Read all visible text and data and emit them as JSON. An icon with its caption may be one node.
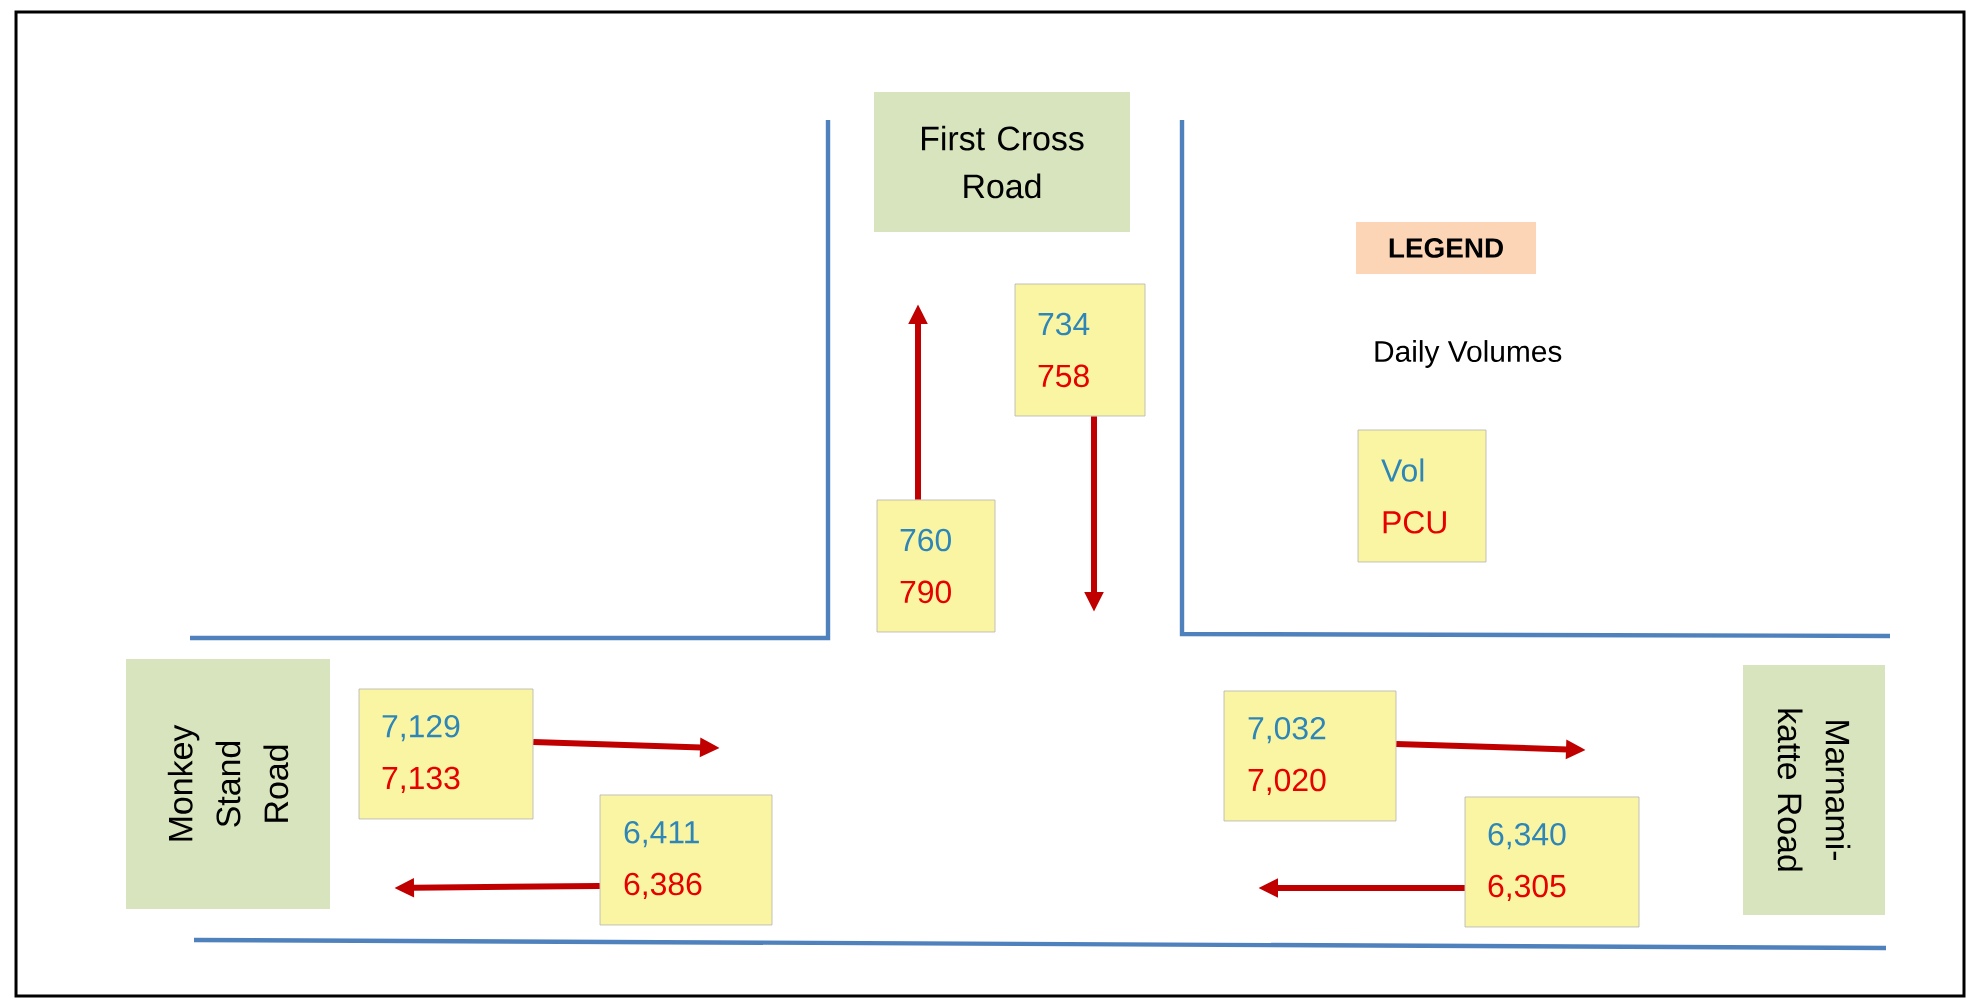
{
  "diagram": {
    "nodes": [
      {
        "text": [
          "First Cross Road"
        ]
      },
      {
        "text": [
          "Monkey Stand Road"
        ]
      },
      {
        "text": [
          "Marnami- katte Road"
        ]
      },
      {
        "text": [
          "734",
          "758"
        ]
      },
      {
        "text": [
          "760",
          "790"
        ]
      },
      {
        "text": [
          "7,129",
          "7,133"
        ]
      },
      {
        "text": [
          "6,411",
          "6,386"
        ]
      },
      {
        "text": [
          "7,032",
          "7,020"
        ]
      },
      {
        "text": [
          "6,340",
          "6,305"
        ]
      },
      {
        "text": [
          "LEGEND"
        ]
      },
      {
        "text": [
          "Vol",
          "PCU"
        ]
      }
    ],
    "edges": [
      {
        "from": 4,
        "to": null,
        "arrow": "to"
      },
      {
        "from": 3,
        "to": null,
        "arrow": "to"
      },
      {
        "from": 5,
        "to": null,
        "arrow": "to"
      },
      {
        "from": 6,
        "to": null,
        "arrow": "to"
      },
      {
        "from": 7,
        "to": null,
        "arrow": "to"
      },
      {
        "from": 8,
        "to": null,
        "arrow": "to"
      }
    ],
    "labels": [
      "Daily Volumes"
    ]
  }
}
